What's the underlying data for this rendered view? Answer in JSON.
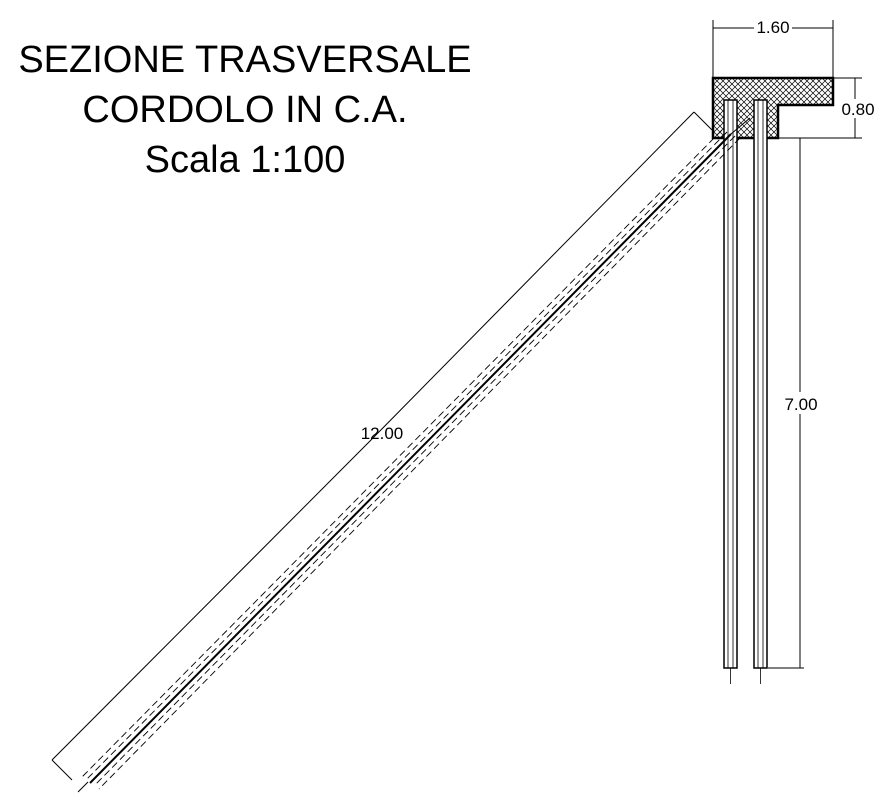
{
  "title": {
    "line1": "SEZIONE TRASVERSALE",
    "line2": "CORDOLO IN C.A.",
    "line3": "Scala 1:100"
  },
  "dimensions": {
    "width": "1.60",
    "height": "0.80",
    "pile_length": "7.00",
    "anchor_length": "12.00"
  },
  "colors": {
    "line": "#000000",
    "background": "#ffffff",
    "hatch": "#000000"
  }
}
